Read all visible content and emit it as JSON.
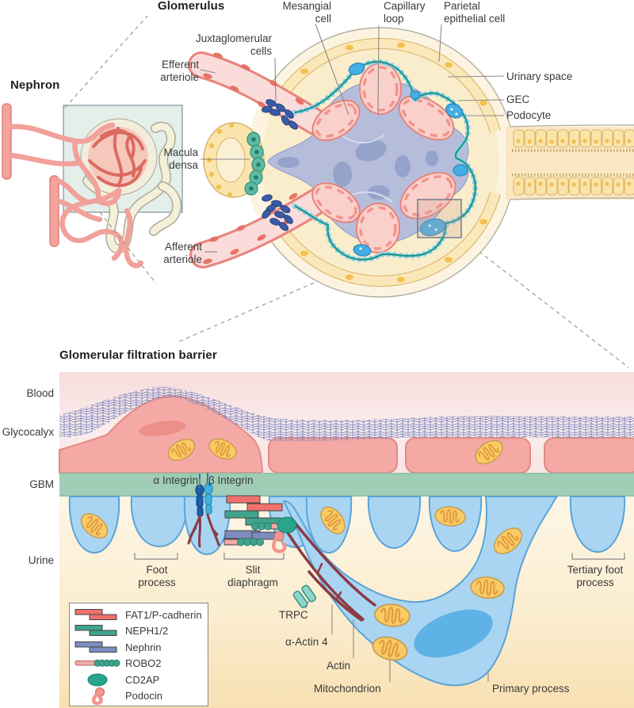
{
  "nephron": {
    "title": "Nephron"
  },
  "glomerulus": {
    "title": "Glomerulus",
    "labels": {
      "mesangial_cell": [
        "Mesangial",
        "cell"
      ],
      "capillary_loop": [
        "Capillary",
        "loop"
      ],
      "parietal_epithelial_cell": [
        "Parietal",
        "epithelial cell"
      ],
      "juxtaglomerular_cells": [
        "Juxtaglomerular",
        "cells"
      ],
      "efferent_arteriole": [
        "Efferent",
        "arteriole"
      ],
      "urinary_space": "Urinary space",
      "gec": "GEC",
      "podocyte": "Podocyte",
      "macula_densa": [
        "Macula",
        "densa"
      ],
      "afferent_arteriole": [
        "Afferent",
        "arteriole"
      ]
    }
  },
  "barrier": {
    "title": "Glomerular filtration barrier",
    "layers": {
      "blood": "Blood",
      "glycocalyx": "Glycocalyx",
      "gbm": "GBM",
      "urine": "Urine"
    },
    "labels": {
      "alpha_integrin": "α Integrin",
      "beta_integrin": "β Integrin",
      "foot_process": [
        "Foot",
        "process"
      ],
      "slit_diaphragm": [
        "Slit",
        "diaphragm"
      ],
      "trpc": "TRPC",
      "alpha_actin_4": "α-Actin 4",
      "actin": "Actin",
      "mitochondrion": "Mitochondrion",
      "primary_process": "Primary process",
      "tertiary_foot_process": [
        "Tertiary foot",
        "process"
      ]
    },
    "legend": {
      "items": [
        {
          "label": "FAT1/P-cadherin",
          "icon": "fat1-p-cadherin-bars",
          "color": "#f0716b"
        },
        {
          "label": "NEPH1/2",
          "icon": "neph1-2-bars",
          "color": "#41a38d"
        },
        {
          "label": "Nephrin",
          "icon": "nephrin-bars",
          "color": "#7d8cc0"
        },
        {
          "label": "ROBO2",
          "icon": "robo2-beaded-rod",
          "color": "#f2aba4"
        },
        {
          "label": "CD2AP",
          "icon": "cd2ap-oval",
          "color": "#27a58d"
        },
        {
          "label": "Podocin",
          "icon": "podocin-hook",
          "color": "#f2968f"
        }
      ]
    }
  },
  "colors": {
    "capillary_pink": "#f5a9a4",
    "gbm_green": "#9fcdb5",
    "podocyte_blue": "#a9d5f2",
    "gec_teal": "#1e9687",
    "mitochondrion_yellow": "#f9cb66",
    "actin_dark_red": "#8c3a44",
    "juxtaglomerular_blue": "#3b5ba8",
    "macula_densa_teal": "#5fb9a3",
    "glycocalyx_blue": "#7e88c0",
    "parietal_yellow": "#fbe8ba"
  }
}
